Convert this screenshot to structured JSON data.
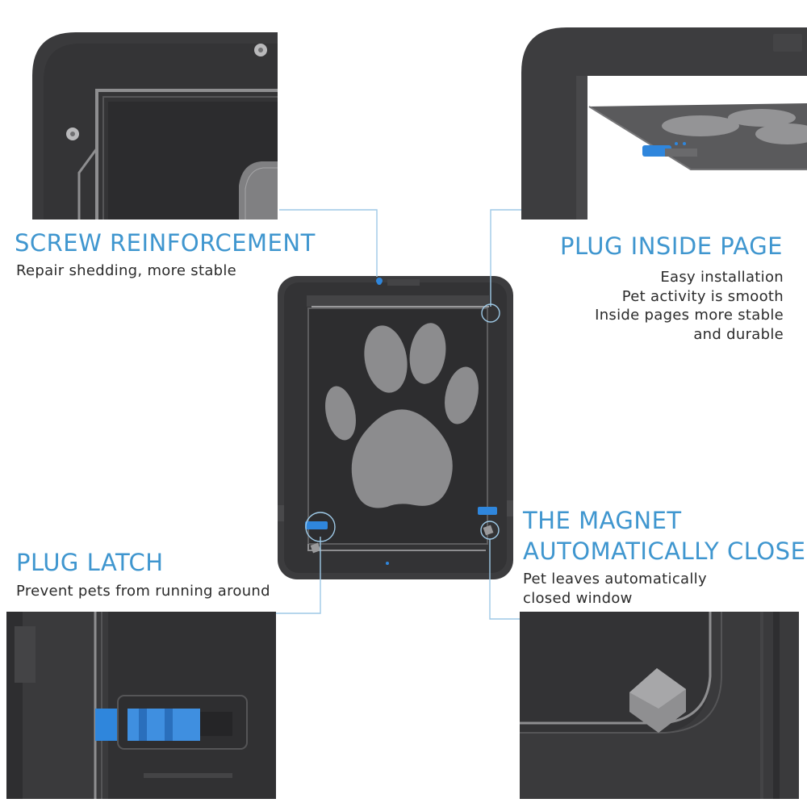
{
  "colors": {
    "heading": "#3f96cf",
    "text": "#2b2b2b",
    "frame": "#3b3b3d",
    "frame_light": "#505053",
    "panel_bg": "#2e2e30",
    "mesh": "#8a8a8c",
    "accent_blue": "#2f86dc",
    "line": "#9ec9e6"
  },
  "sections": {
    "screw": {
      "heading": "SCREW REINFORCEMENT",
      "desc": [
        "Repair shedding, more stable"
      ]
    },
    "plug_page": {
      "heading": "PLUG INSIDE PAGE",
      "desc": [
        "Easy installation",
        "Pet activity is smooth",
        "Inside pages more stable",
        "and durable"
      ]
    },
    "magnet": {
      "heading_lines": [
        "THE MAGNET",
        "AUTOMATICALLY CLOSES"
      ],
      "desc": [
        "Pet leaves automatically",
        "closed window"
      ]
    },
    "latch": {
      "heading": "PLUG LATCH",
      "desc": [
        "Prevent pets from running around"
      ]
    }
  }
}
